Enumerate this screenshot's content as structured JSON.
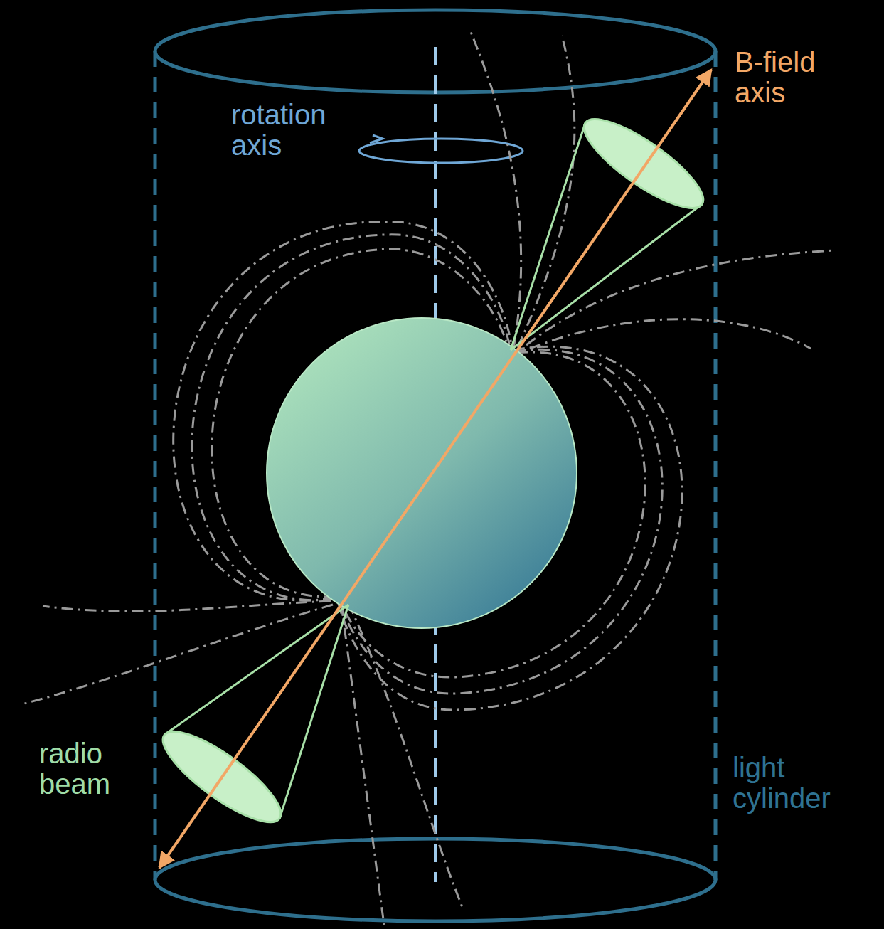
{
  "diagram": {
    "labels": [
      "rotation axis",
      "B-field axis",
      "radio beam",
      "light cylinder"
    ]
  }
}
